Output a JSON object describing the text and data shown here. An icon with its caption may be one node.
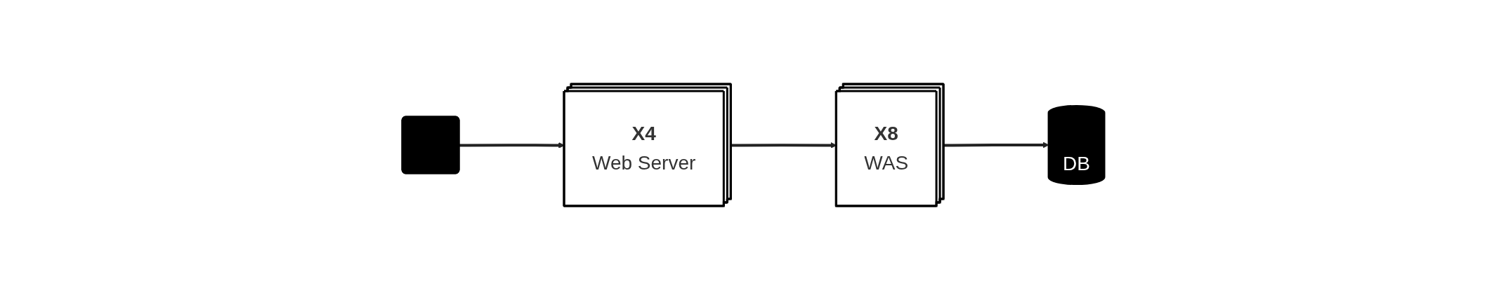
{
  "diagram": {
    "nodes": [
      {
        "text": [],
        "shape": "monitor"
      },
      {
        "text": [
          "X4",
          "Web Server"
        ]
      },
      {
        "text": [
          "X8",
          "WAS"
        ]
      },
      {
        "text": [
          "DB"
        ]
      }
    ],
    "edges": [
      {
        "from": 0,
        "to": 1,
        "arrow": "to"
      },
      {
        "from": 1,
        "to": 2,
        "arrow": "to"
      },
      {
        "from": 2,
        "to": 3,
        "arrow": "to"
      }
    ]
  }
}
